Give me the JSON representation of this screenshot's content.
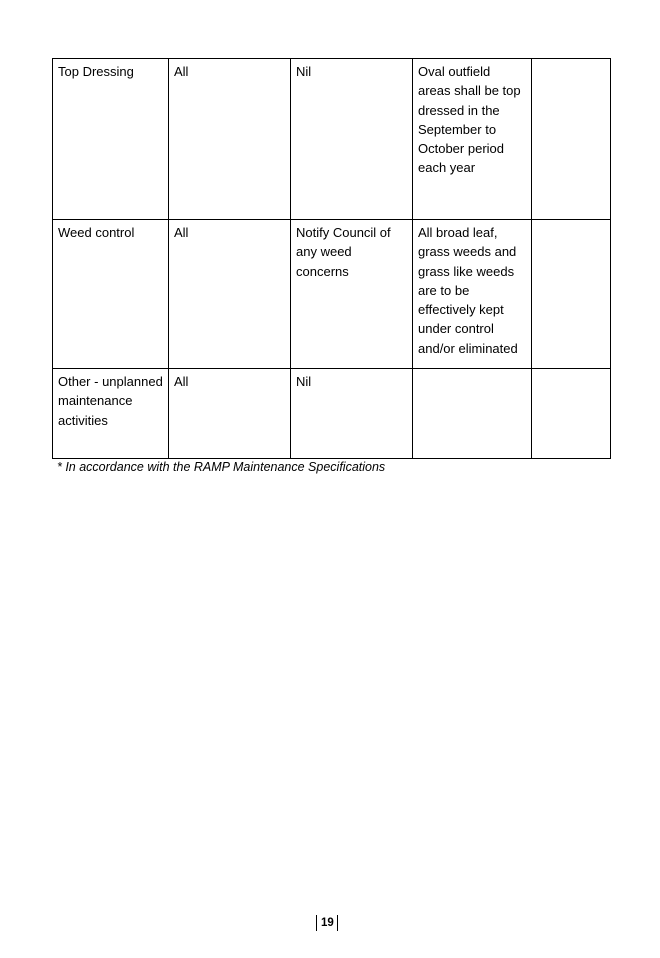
{
  "table": {
    "rows": [
      {
        "activity": "Top Dressing",
        "locations": "All",
        "responsibility": "Nil",
        "standard": "Oval outfield areas shall be top dressed in the September to October period each year",
        "notes": ""
      },
      {
        "activity": "Weed control",
        "locations": "All",
        "responsibility": "Notify Council of any weed concerns",
        "standard": "All broad leaf, grass weeds and grass like weeds are to be effectively kept under control and/or eliminated",
        "notes": ""
      },
      {
        "activity": "Other - unplanned maintenance activities",
        "locations": "All",
        "responsibility": "Nil",
        "standard": "",
        "notes": ""
      }
    ]
  },
  "footnote": "* In accordance with the RAMP Maintenance Specifications",
  "page_number": "19"
}
